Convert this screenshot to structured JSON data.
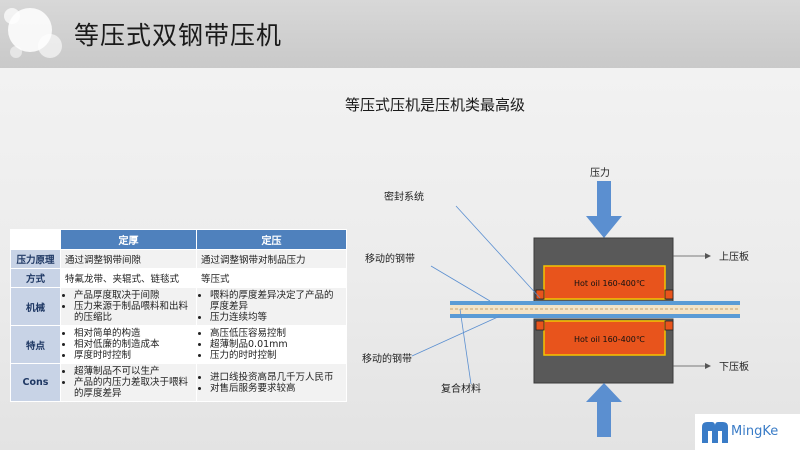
{
  "title": "等压式双钢带压机",
  "subtitle": "等压式压机是压机类最高级",
  "table": {
    "columns": [
      "定厚",
      "定压"
    ],
    "rows": [
      {
        "header": "压力原理",
        "col1": [
          "通过调整钢带间隙"
        ],
        "col2": [
          "通过调整钢带对制品压力"
        ],
        "bullets": false
      },
      {
        "header": "方式",
        "col1": [
          "特氟龙带、夹辊式、链毯式"
        ],
        "col2": [
          "等压式"
        ],
        "bullets": false
      },
      {
        "header": "机械",
        "col1": [
          "产品厚度取决于间隙",
          "压力来源于制品喂料和出料的压缩比"
        ],
        "col2": [
          "喂料的厚度差异决定了产品的厚度差异",
          "压力连续均等"
        ],
        "bullets": true
      },
      {
        "header": "特点",
        "col1": [
          "相对简单的构造",
          "相对低廉的制造成本",
          "厚度时时控制"
        ],
        "col2": [
          "高压低压容易控制",
          "超薄制品0.01mm",
          "压力的时时控制"
        ],
        "bullets": true
      },
      {
        "header": "Cons",
        "col1": [
          "超薄制品不可以生产",
          "产品的内压力差取决于喂料的厚度差异"
        ],
        "col2": [
          "进口线投资高昂几千万人民币",
          "对售后服务要求较高"
        ],
        "bullets": true
      }
    ]
  },
  "diagram": {
    "pressure_label": "压力",
    "seal_label": "密封系统",
    "moving_belt_top": "移动的钢带",
    "moving_belt_bottom": "移动的钢带",
    "composite_label": "复合材料",
    "upper_plate": "上压板",
    "lower_plate": "下压板",
    "hot_oil_top": "Hot oil  160-400℃",
    "hot_oil_bottom": "Hot oil  160-400℃"
  },
  "logo": {
    "text": "MingKe",
    "color": "#3a7cc7"
  },
  "colors": {
    "accent": "#4f81bd",
    "arrow": "#5b8fd0",
    "press": "#595959",
    "hot_oil": "#e8541c",
    "belt": "#5b9bd5"
  }
}
